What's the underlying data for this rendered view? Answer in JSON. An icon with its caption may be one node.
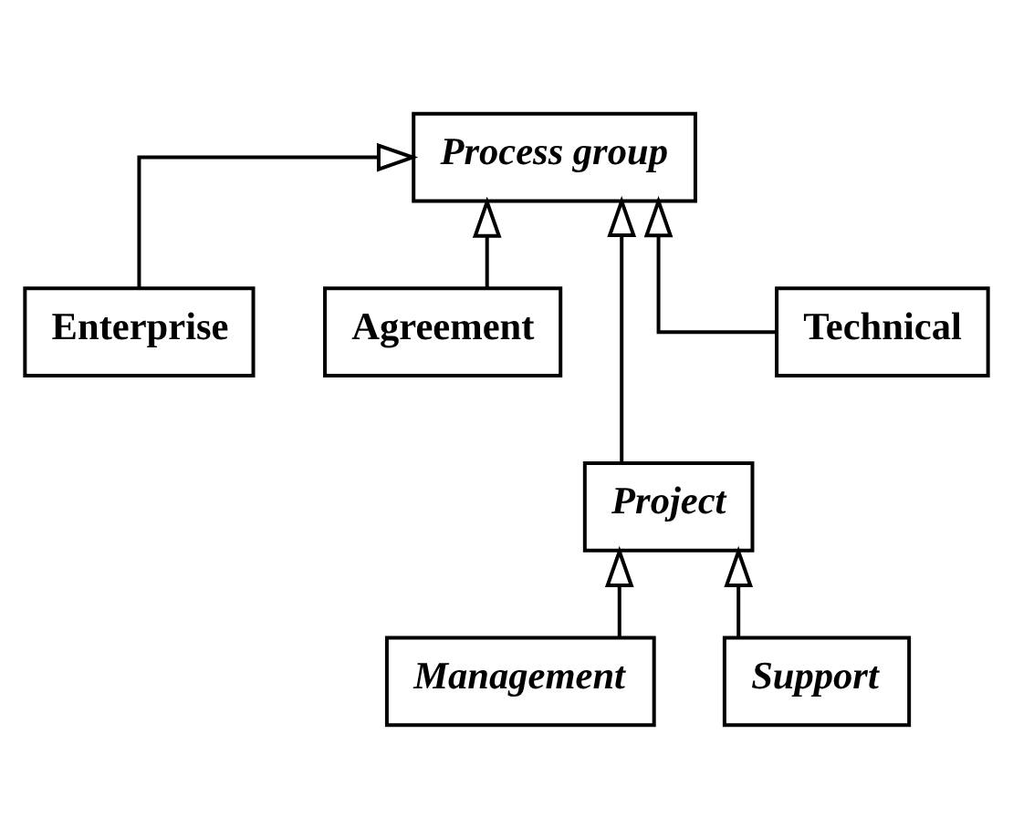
{
  "diagram": {
    "nodes": [
      {
        "text": [
          "Process group"
        ]
      },
      {
        "text": [
          "Enterprise"
        ]
      },
      {
        "text": [
          "Agreement"
        ]
      },
      {
        "text": [
          "Project"
        ]
      },
      {
        "text": [
          "Technical"
        ]
      },
      {
        "text": [
          "Management"
        ]
      },
      {
        "text": [
          "Support"
        ]
      }
    ],
    "edges": [
      {
        "from": 1,
        "to": 0,
        "arrow": "to"
      },
      {
        "from": 3,
        "to": 0,
        "arrow": "to"
      },
      {
        "from": 2,
        "to": 0,
        "arrow": "to"
      },
      {
        "from": 4,
        "to": 0,
        "arrow": "to"
      },
      {
        "from": 5,
        "to": 3,
        "arrow": "to"
      },
      {
        "from": 6,
        "to": 3,
        "arrow": "to"
      }
    ]
  }
}
